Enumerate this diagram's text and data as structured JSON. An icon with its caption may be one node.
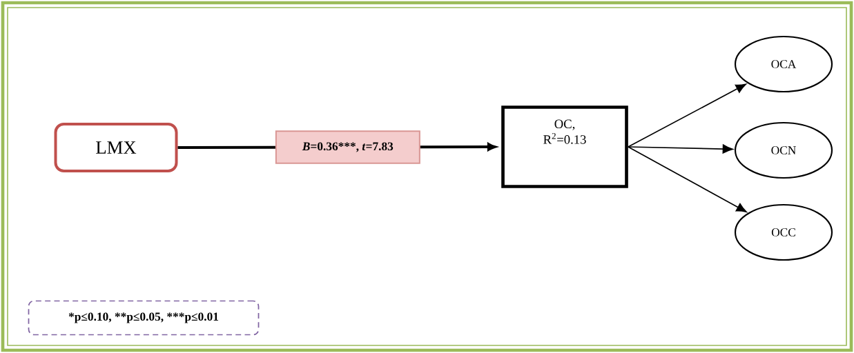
{
  "diagram": {
    "nodes": [
      {
        "text": [
          "LMX"
        ]
      },
      {
        "text": [
          "OC, R$^{2}$=0.13"
        ]
      },
      {
        "text": [
          "OCA"
        ]
      },
      {
        "text": [
          "OCN"
        ]
      },
      {
        "text": [
          "OCC"
        ]
      },
      {
        "text": [
          "*p≤0.10,",
          "**p≤0.05,",
          "***p≤0.01"
        ]
      }
    ],
    "edges": [
      {
        "from": 0,
        "to": 1,
        "arrow": "to",
        "style": "thick",
        "label": "*B*=0.36***, *t*=7.83"
      },
      {
        "from": 1,
        "to": 2,
        "arrow": "to"
      },
      {
        "from": 1,
        "to": 3,
        "arrow": "to"
      },
      {
        "from": 1,
        "to": 4,
        "arrow": "to"
      }
    ]
  }
}
